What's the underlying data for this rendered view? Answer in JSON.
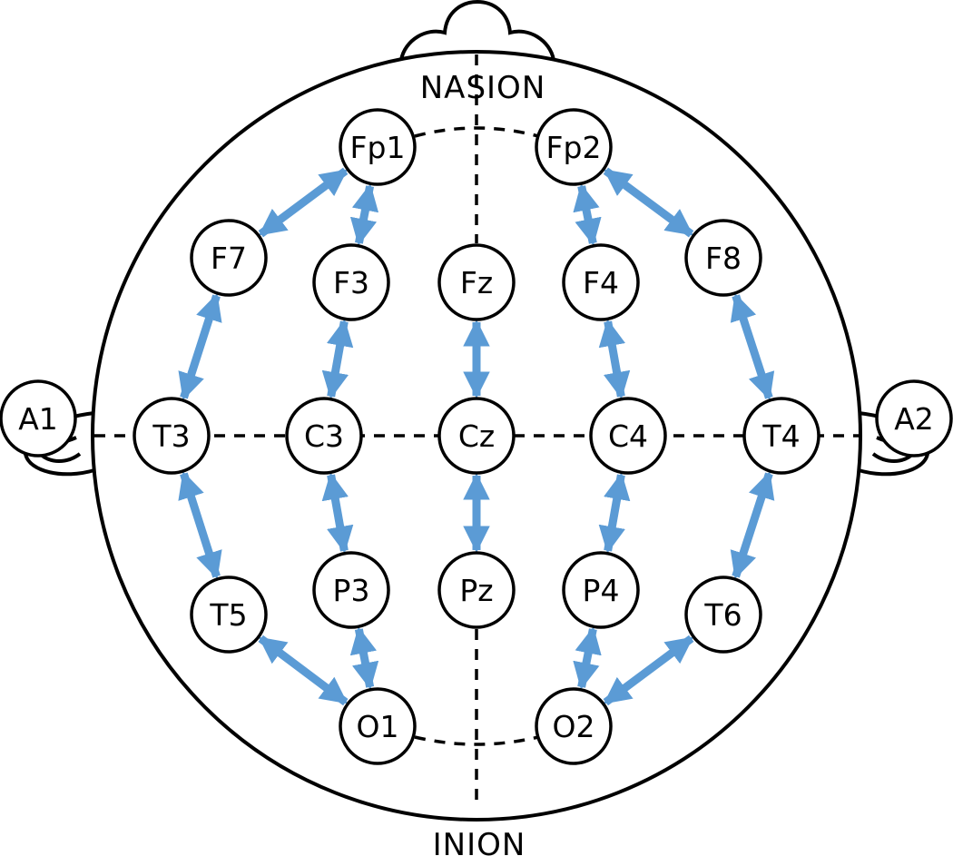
{
  "landmarks": {
    "nasion": "NASION",
    "inion": "INION"
  },
  "colors": {
    "arrow": "#5b9bd5",
    "stroke": "#000000",
    "background": "#ffffff"
  },
  "electrodes": [
    {
      "id": "Fp1",
      "label": "Fp1"
    },
    {
      "id": "Fp2",
      "label": "Fp2"
    },
    {
      "id": "F7",
      "label": "F7"
    },
    {
      "id": "F3",
      "label": "F3"
    },
    {
      "id": "Fz",
      "label": "Fz"
    },
    {
      "id": "F4",
      "label": "F4"
    },
    {
      "id": "F8",
      "label": "F8"
    },
    {
      "id": "A1",
      "label": "A1"
    },
    {
      "id": "T3",
      "label": "T3"
    },
    {
      "id": "C3",
      "label": "C3"
    },
    {
      "id": "Cz",
      "label": "Cz"
    },
    {
      "id": "C4",
      "label": "C4"
    },
    {
      "id": "T4",
      "label": "T4"
    },
    {
      "id": "A2",
      "label": "A2"
    },
    {
      "id": "T5",
      "label": "T5"
    },
    {
      "id": "P3",
      "label": "P3"
    },
    {
      "id": "Pz",
      "label": "Pz"
    },
    {
      "id": "P4",
      "label": "P4"
    },
    {
      "id": "T6",
      "label": "T6"
    },
    {
      "id": "O1",
      "label": "O1"
    },
    {
      "id": "O2",
      "label": "O2"
    }
  ],
  "connections": [
    [
      "Fp1",
      "F7"
    ],
    [
      "F7",
      "T3"
    ],
    [
      "T3",
      "T5"
    ],
    [
      "T5",
      "O1"
    ],
    [
      "Fp1",
      "F3"
    ],
    [
      "F3",
      "C3"
    ],
    [
      "C3",
      "P3"
    ],
    [
      "P3",
      "O1"
    ],
    [
      "Fz",
      "Cz"
    ],
    [
      "Cz",
      "Pz"
    ],
    [
      "Fp2",
      "F4"
    ],
    [
      "F4",
      "C4"
    ],
    [
      "C4",
      "P4"
    ],
    [
      "P4",
      "O2"
    ],
    [
      "Fp2",
      "F8"
    ],
    [
      "F8",
      "T4"
    ],
    [
      "T4",
      "T6"
    ],
    [
      "T6",
      "O2"
    ]
  ]
}
